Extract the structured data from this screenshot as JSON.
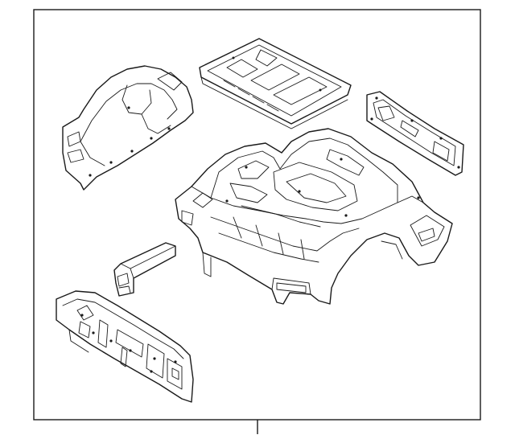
{
  "diagram": {
    "frame": {
      "stroke": "#1a1a1a",
      "background": "#ffffff"
    },
    "parts": [
      {
        "id": "wheelhouse-inner-panel",
        "icon": "wheelhouse-panel-icon"
      },
      {
        "id": "rear-floor-pan-upper",
        "icon": "floor-panel-icon"
      },
      {
        "id": "side-rail-reinforcement",
        "icon": "rail-reinforcement-icon"
      },
      {
        "id": "rear-floor-pan-assembly",
        "icon": "floor-assembly-icon"
      },
      {
        "id": "crossmember-bracket",
        "icon": "bracket-icon"
      },
      {
        "id": "rear-body-panel",
        "icon": "rear-panel-icon"
      }
    ]
  }
}
